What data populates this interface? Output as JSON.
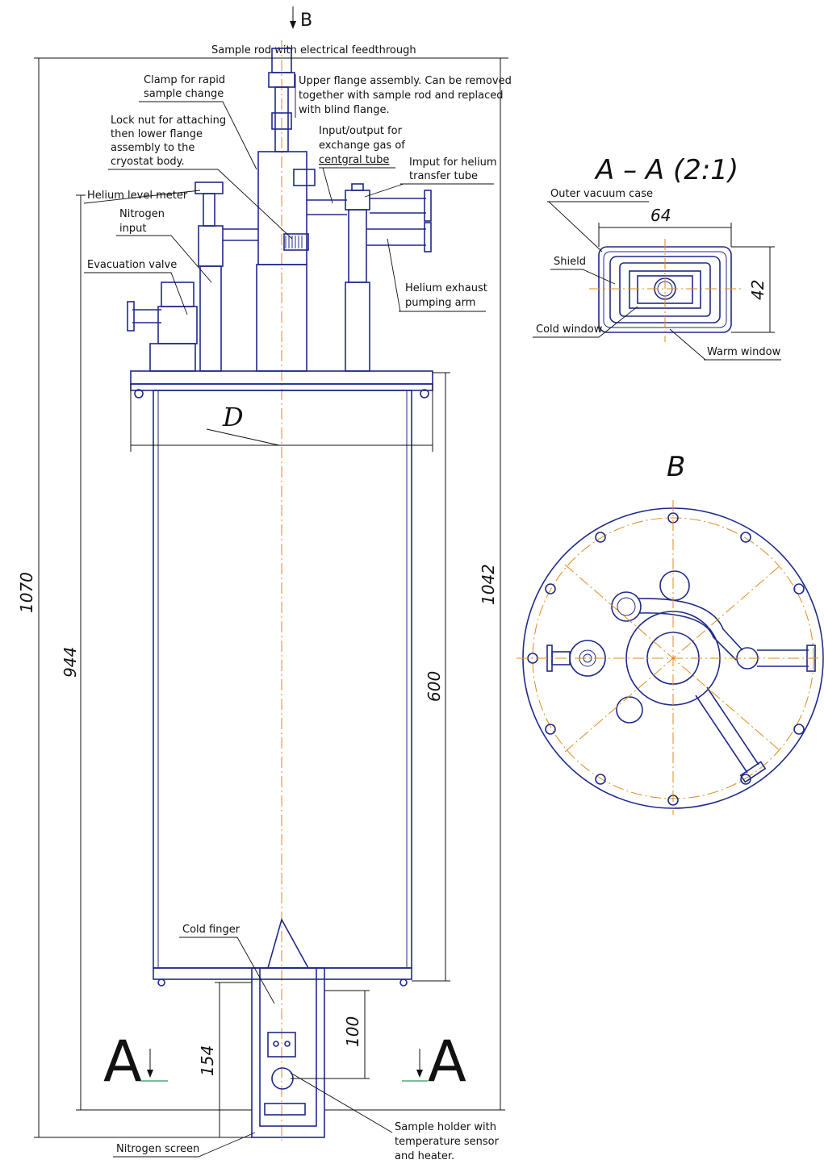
{
  "view_labels": {
    "b_arrow": "B",
    "section_title": "A – A (2:1)",
    "b_view_title": "B",
    "d_label": "D",
    "section_a_left": "A",
    "section_a_right": "A"
  },
  "callouts": {
    "sample_rod": "Sample rod with electrical feedthrough",
    "clamp": [
      "Clamp for rapid",
      "sample change"
    ],
    "upper_flange": [
      "Upper flange assembly. Can be removed",
      "together with sample rod and replaced",
      "with blind flange."
    ],
    "lock_nut": [
      "Lock nut for attaching",
      "then lower flange",
      "assembly to the",
      "cryostat body."
    ],
    "exchange_gas": [
      "Input/output for",
      "exchange gas of",
      "centgral tube"
    ],
    "helium_input": [
      "Imput for helium",
      "transfer tube"
    ],
    "helium_level": "Helium level meter",
    "nitrogen_input": [
      "Nitrogen",
      "input"
    ],
    "evacuation_valve": "Evacuation valve",
    "helium_exhaust": [
      "Helium exhaust",
      "pumping arm"
    ],
    "cold_finger": "Cold finger",
    "nitrogen_screen": "Nitrogen screen",
    "sample_holder": [
      "Sample holder with",
      "temperature sensor",
      "and heater."
    ],
    "outer_vacuum_case": "Outer vacuum case",
    "shield": "Shield",
    "cold_window": "Cold window",
    "warm_window": "Warm window"
  },
  "dimensions": {
    "total_height": "1070",
    "inner_height": "944",
    "body_height": "1042",
    "tank_height": "600",
    "tail_height": "154",
    "sample_offset": "100",
    "section_width": "64",
    "section_height": "42"
  },
  "colors": {
    "outline": "#1f2a8a",
    "centerline": "#e08a1e",
    "text": "#111111"
  }
}
